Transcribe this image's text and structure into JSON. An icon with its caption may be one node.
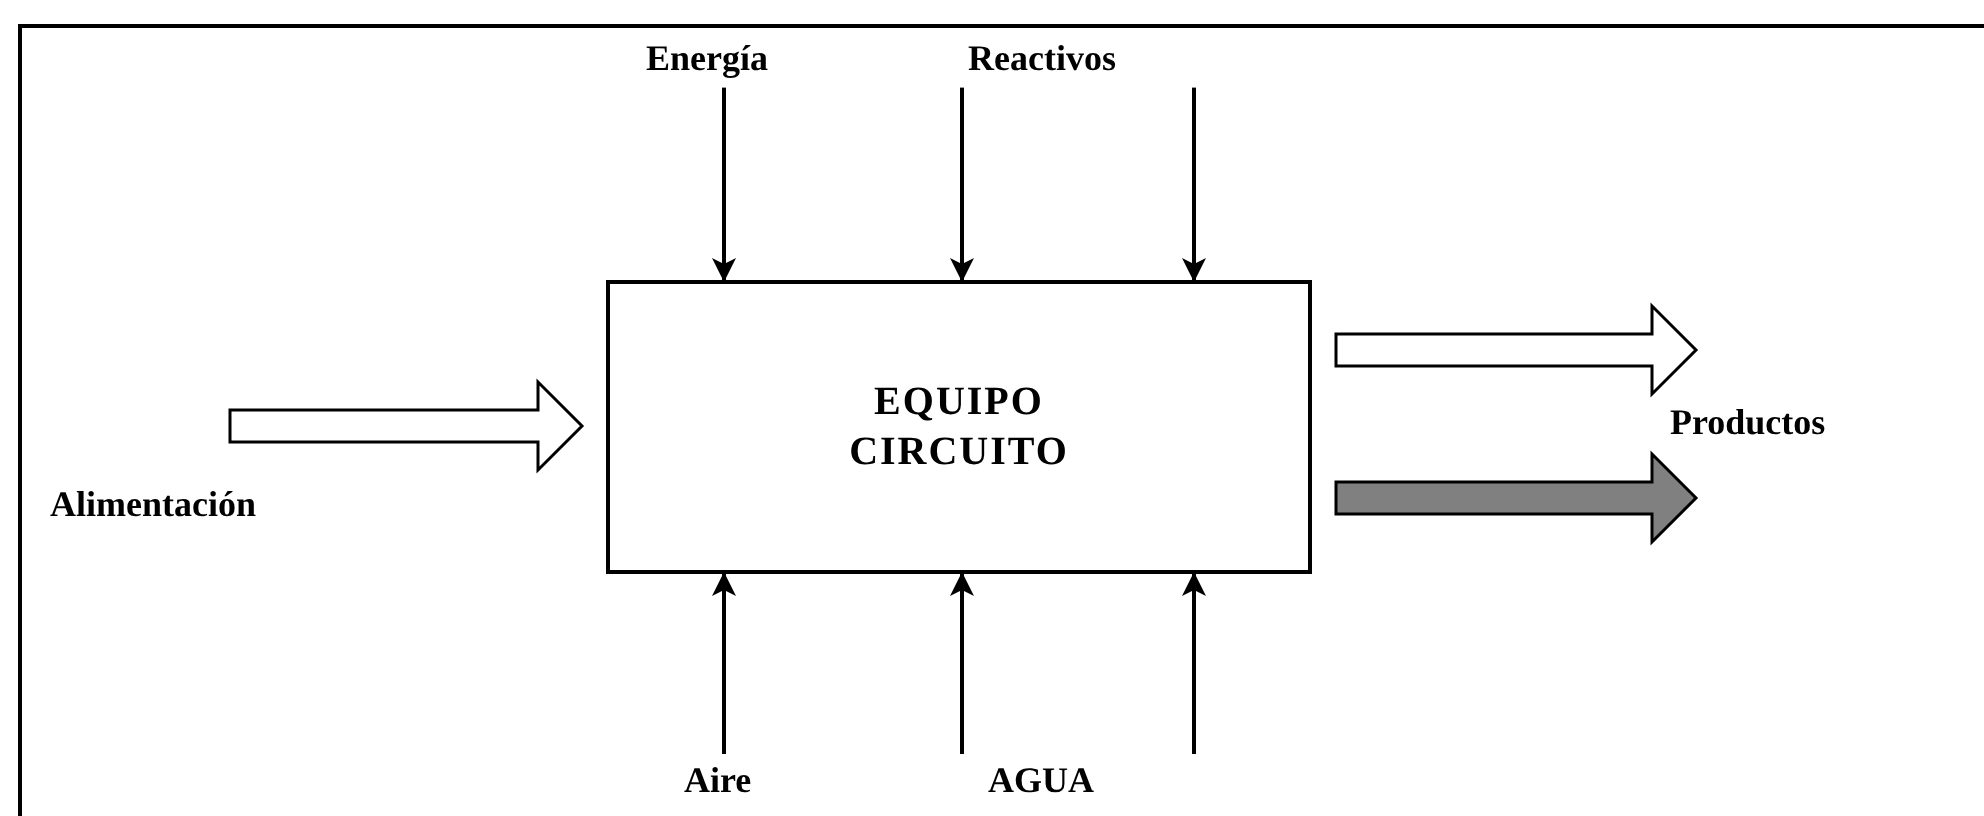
{
  "diagram": {
    "nodes": [
      {
        "text": [
          "EQUIPO CIRCUITO"
        ]
      },
      {
        "text": [
          "Energía"
        ]
      },
      {
        "text": [
          "Reactivos"
        ]
      },
      {
        "text": [
          "Alimentación"
        ]
      },
      {
        "text": [
          "Productos"
        ]
      },
      {
        "text": [
          "Aire"
        ]
      },
      {
        "text": [
          "AGUA"
        ]
      }
    ],
    "edges": [
      {
        "from": 1,
        "to": 0,
        "arrow": "to"
      },
      {
        "from": 2,
        "to": 0,
        "arrow": "to"
      },
      {
        "from": 2,
        "to": 0,
        "arrow": "to"
      },
      {
        "from": 5,
        "to": 0,
        "arrow": "to"
      },
      {
        "from": 6,
        "to": 0,
        "arrow": "to"
      },
      {
        "from": 6,
        "to": 0,
        "arrow": "to"
      },
      {
        "from": 3,
        "to": 0,
        "arrow": "to",
        "style": "thick"
      },
      {
        "from": 0,
        "to": 4,
        "arrow": "to",
        "style": "thick"
      },
      {
        "from": 0,
        "to": 4,
        "arrow": "to",
        "style": "thick",
        "color": "#808080"
      }
    ]
  }
}
